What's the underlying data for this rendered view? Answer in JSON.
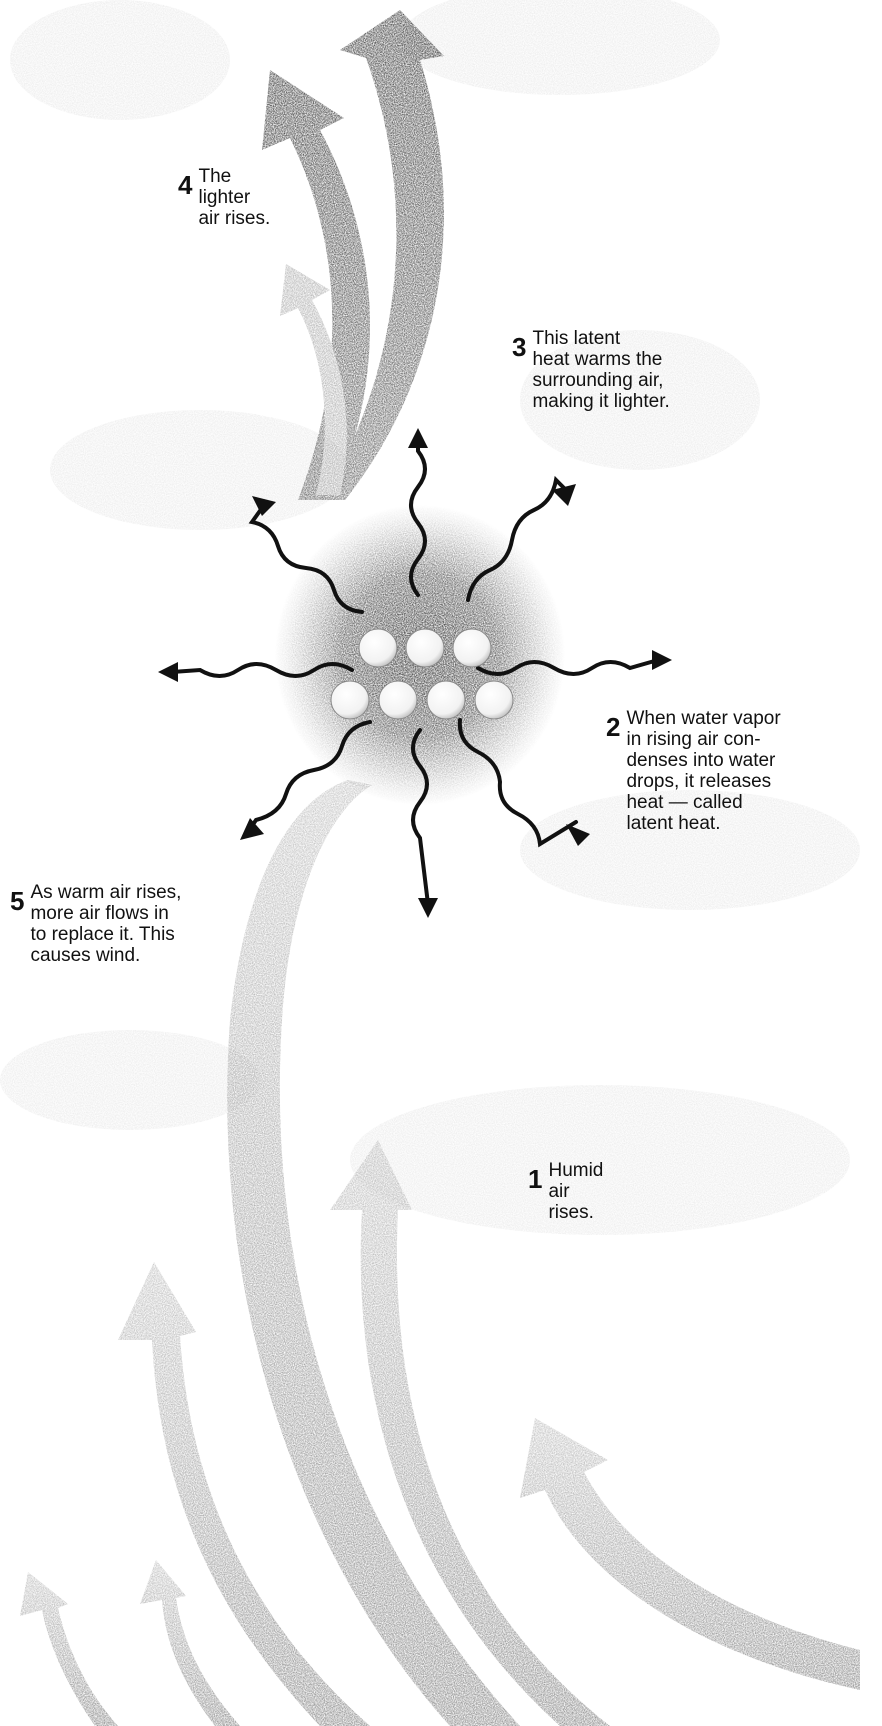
{
  "steps": [
    {
      "number": "1",
      "lines": [
        "Humid",
        "air",
        "rises."
      ]
    },
    {
      "number": "2",
      "lines": [
        "When water vapor",
        "in rising air con-",
        "denses into water",
        "drops, it releases",
        "heat — called",
        "latent heat."
      ]
    },
    {
      "number": "3",
      "lines": [
        "This latent",
        "heat warms the",
        "surrounding air,",
        "making it lighter."
      ]
    },
    {
      "number": "4",
      "lines": [
        "The",
        "lighter",
        "air rises."
      ]
    },
    {
      "number": "5",
      "lines": [
        "As warm air rises,",
        "more air flows in",
        "to replace it. This",
        "causes wind."
      ]
    }
  ],
  "colors": {
    "ink": "#111111",
    "light_arrow": "#b8b8b8",
    "dark_arrow": "#2b2b2b",
    "droplet": "#ffffff"
  }
}
